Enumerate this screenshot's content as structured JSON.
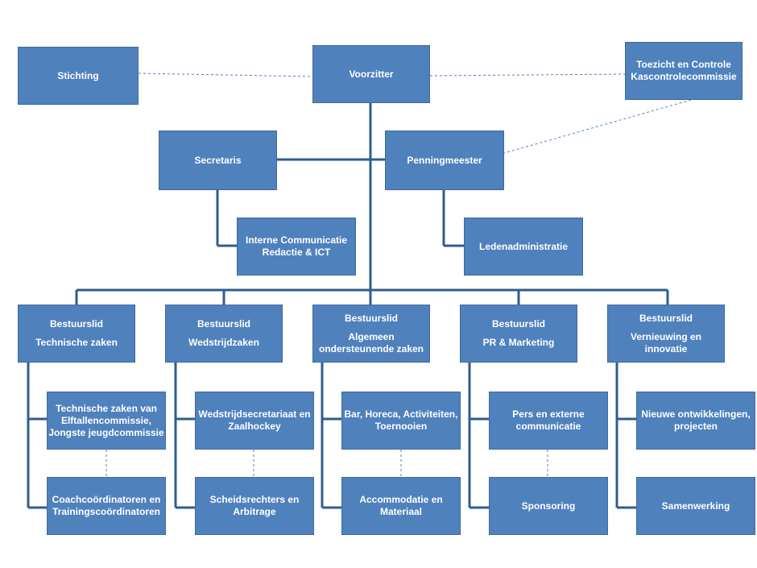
{
  "colors": {
    "box": "#4f81bd",
    "line": "#2e5d8e",
    "text": "#ffffff"
  },
  "nodes": {
    "stichting": {
      "lines": [
        "Stichting"
      ]
    },
    "voorzitter": {
      "lines": [
        "Voorzitter"
      ]
    },
    "toezicht": {
      "lines": [
        "Toezicht en Controle",
        "Kascontrolecommissie"
      ]
    },
    "secretaris": {
      "lines": [
        "Secretaris"
      ]
    },
    "penningmeester": {
      "lines": [
        "Penningmeester"
      ]
    },
    "interne": {
      "lines": [
        "Interne Communicatie",
        "Redactie & ICT"
      ]
    },
    "leden": {
      "lines": [
        "Ledenadministratie"
      ]
    },
    "b1": {
      "lines": [
        "Bestuurslid",
        "",
        "Technische zaken"
      ]
    },
    "b2": {
      "lines": [
        "Bestuurslid",
        "",
        "Wedstrijdzaken"
      ]
    },
    "b3": {
      "lines": [
        "Bestuurslid",
        "",
        "Algemeen",
        "ondersteunende zaken"
      ]
    },
    "b4": {
      "lines": [
        "Bestuurslid",
        "",
        "PR & Marketing"
      ]
    },
    "b5": {
      "lines": [
        "Bestuurslid",
        "",
        "Vernieuwing en",
        "innovatie"
      ]
    },
    "s1a": {
      "lines": [
        "Technische zaken van",
        "Elftallencommissie,",
        "Jongste jeugdcommissie"
      ]
    },
    "s1b": {
      "lines": [
        "Coachcoördinatoren en",
        "Trainingscoördinatoren"
      ]
    },
    "s2a": {
      "lines": [
        "Wedstrijdsecretariaat en",
        "Zaalhockey"
      ]
    },
    "s2b": {
      "lines": [
        "Scheidsrechters en",
        "Arbitrage"
      ]
    },
    "s3a": {
      "lines": [
        "Bar, Horeca, Activiteiten,",
        "Toernooien"
      ]
    },
    "s3b": {
      "lines": [
        "Accommodatie  en",
        "Materiaal"
      ]
    },
    "s4a": {
      "lines": [
        "Pers en externe",
        "communicatie"
      ]
    },
    "s4b": {
      "lines": [
        "Sponsoring"
      ]
    },
    "s5a": {
      "lines": [
        "Nieuwe ontwikkelingen,",
        "projecten"
      ]
    },
    "s5b": {
      "lines": [
        "Samenwerking"
      ]
    }
  }
}
